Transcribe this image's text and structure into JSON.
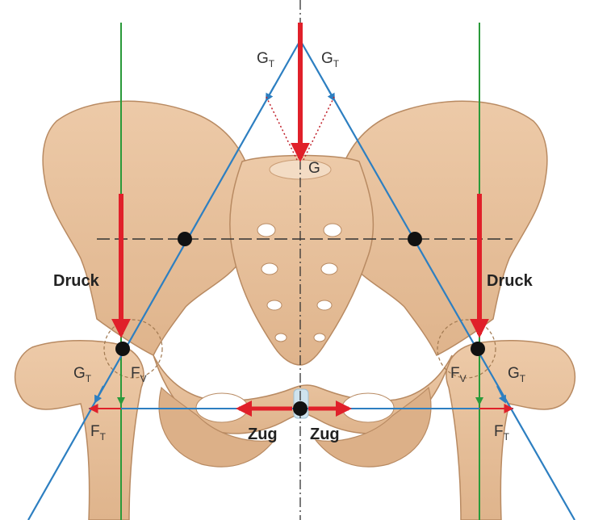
{
  "labels": {
    "gt_top_left": "G",
    "gt_top_left_sub": "T",
    "gt_top_right": "G",
    "gt_top_right_sub": "T",
    "g_center": "G",
    "druck_left": "Druck",
    "druck_right": "Druck",
    "gt_mid_left": "G",
    "gt_mid_left_sub": "T",
    "fv_left": "F",
    "fv_left_sub": "V",
    "fv_right": "F",
    "fv_right_sub": "V",
    "gt_mid_right": "G",
    "gt_mid_right_sub": "T",
    "ft_left": "F",
    "ft_left_sub": "T",
    "ft_right": "F",
    "ft_right_sub": "T",
    "zug_left": "Zug",
    "zug_right": "Zug"
  },
  "colors": {
    "bone": "#e8c3a0",
    "bone_shadow": "#c99c74",
    "bone_outline": "#b88a62",
    "red_force": "#e0202a",
    "green_line": "#2a9a3a",
    "blue_line": "#2d7fc1",
    "joint": "#111111",
    "text": "#333333"
  }
}
